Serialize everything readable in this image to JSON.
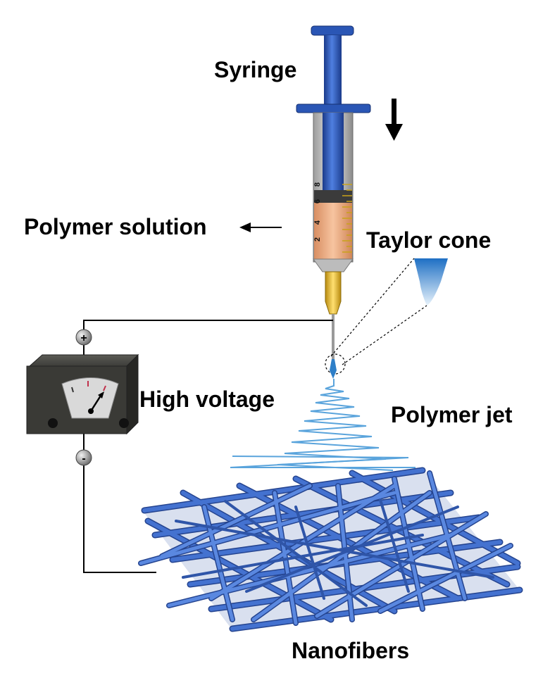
{
  "labels": {
    "syringe": "Syringe",
    "polymer_solution": "Polymer solution",
    "taylor_cone": "Taylor cone",
    "high_voltage": "High voltage",
    "polymer_jet": "Polymer jet",
    "nanofibers": "Nanofibers"
  },
  "terminals": {
    "positive": "+",
    "negative": "-"
  },
  "syringe_scale": [
    "8",
    "6",
    "4",
    "2"
  ],
  "colors": {
    "syringe_blue": "#2a56b5",
    "syringe_dark": "#1a3a8a",
    "solution": "#f2b48c",
    "needle_hub": "#e8b820",
    "jet": "#5aa4dc",
    "fiber": "#3a63b8",
    "box": "#3a3a36"
  }
}
